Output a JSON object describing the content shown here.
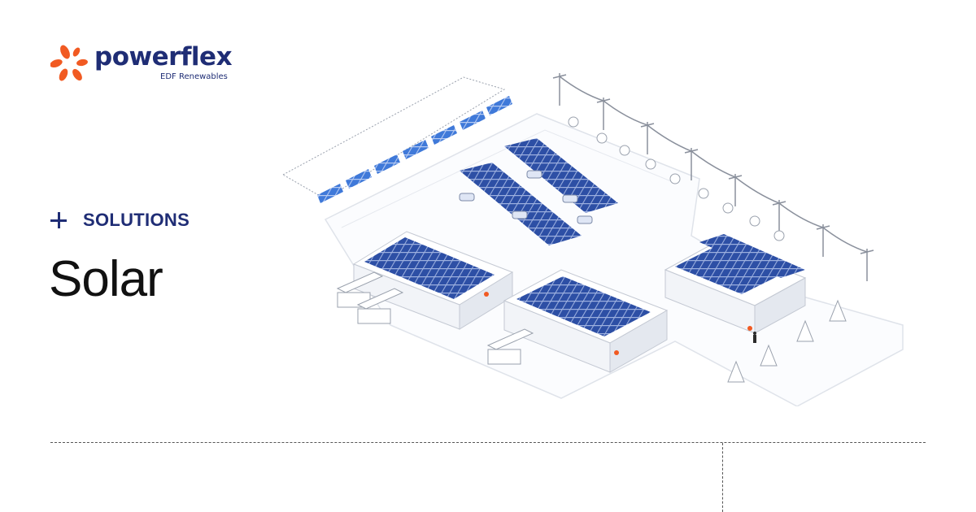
{
  "brand": {
    "name": "powerflex",
    "sub": "EDF Renewables",
    "colors": {
      "orange": "#f15a22",
      "text": "#1f2d75",
      "panel": "#2d4fa5"
    }
  },
  "section_label": "SOLUTIONS",
  "title": "Solar",
  "icons": {
    "section": "plus-icon",
    "logo": "sun-flower-mark"
  }
}
